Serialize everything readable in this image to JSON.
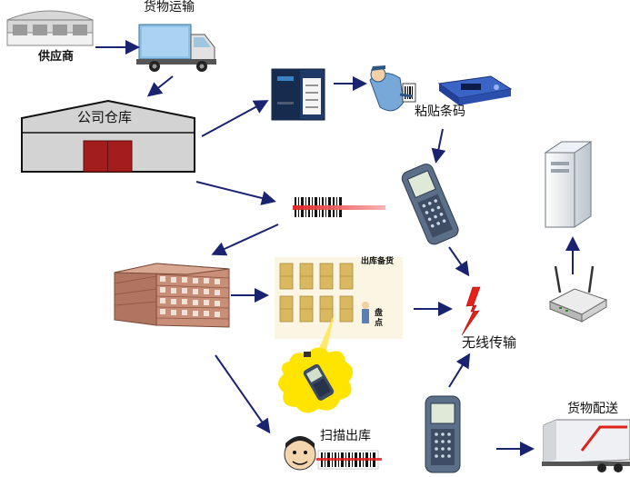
{
  "labels": {
    "supplier": "供应商",
    "transport": "货物运输",
    "warehouse": "公司仓库",
    "label_barcode": "粘贴条码",
    "outbound_prepare": "出库备货",
    "inventory_check": "盘\n点",
    "wireless": "无线传输",
    "scan_out": "扫描出库",
    "delivery": "货物配送"
  },
  "colors": {
    "arrow": "#1a2370",
    "lightning": "#e8201a",
    "warehouse_door": "#a31d1d",
    "building": "#c0806a"
  }
}
